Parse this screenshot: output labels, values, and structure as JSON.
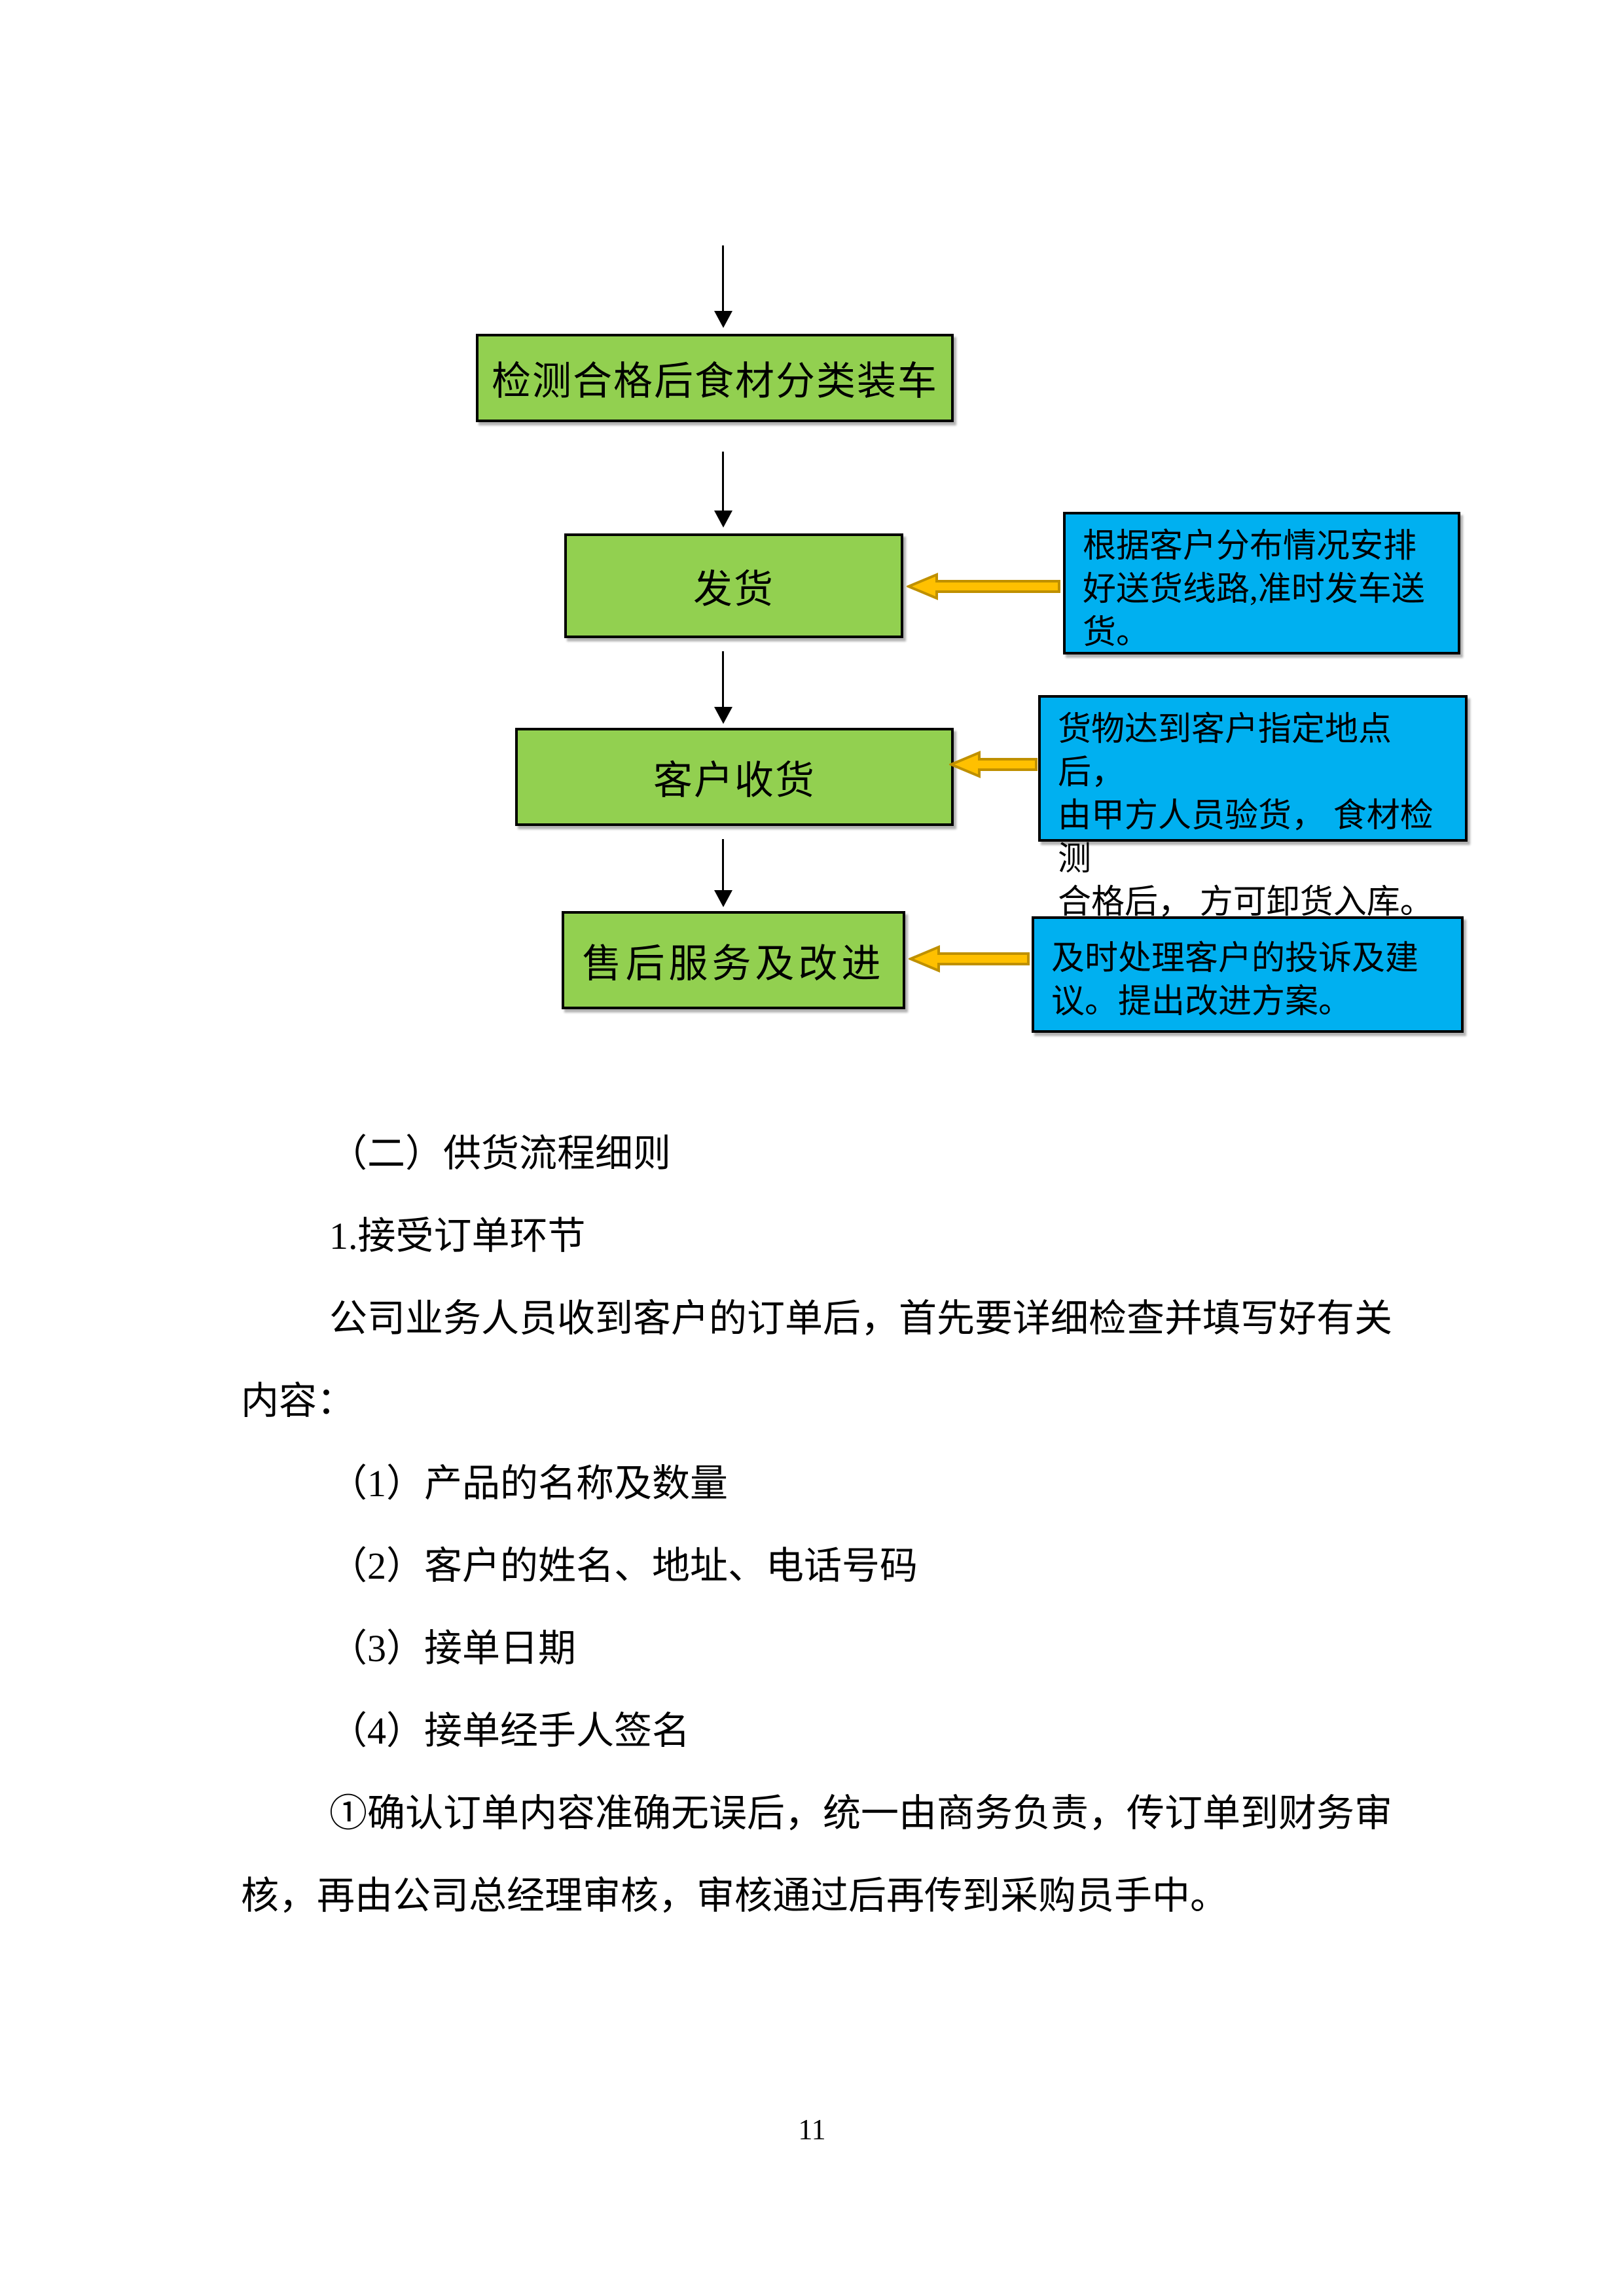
{
  "page": {
    "number": "11"
  },
  "flowchart": {
    "colors": {
      "node_fill": "#92D050",
      "note_fill": "#00B0F0",
      "arrow_fill": "#FFC000",
      "arrow_stroke": "#BF9000",
      "line_color": "#000000"
    },
    "nodes": [
      {
        "id": "load",
        "label": "检测合格后食材分类装车"
      },
      {
        "id": "ship",
        "label": "发货",
        "note": {
          "lines": [
            "根据客户分布情况安排",
            "好送货线路,准时发车送",
            "货。"
          ]
        }
      },
      {
        "id": "receive",
        "label": "客户收货",
        "note": {
          "lines": [
            "货物达到客户指定地点后，",
            "由甲方人员验货， 食材检测",
            "合格后， 方可卸货入库。"
          ]
        }
      },
      {
        "id": "service",
        "label": "售后服务及改进",
        "note": {
          "lines": [
            "及时处理客户的投诉及建",
            "议。提出改进方案。"
          ]
        }
      }
    ]
  },
  "body": {
    "lines": [
      {
        "text": "（二）供货流程细则"
      },
      {
        "text": "1.接受订单环节"
      },
      {
        "text": "公司业务人员收到客户的订单后，首先要详细检查并填写好有关"
      },
      {
        "text": "内容："
      },
      {
        "text": "（1）产品的名称及数量"
      },
      {
        "text": "（2）客户的姓名、地址、电话号码"
      },
      {
        "text": "（3）接单日期"
      },
      {
        "text": "（4）接单经手人签名"
      },
      {
        "text": "①确认订单内容准确无误后，统一由商务负责，传订单到财务审"
      },
      {
        "text": "核，再由公司总经理审核，审核通过后再传到采购员手中。"
      }
    ]
  }
}
